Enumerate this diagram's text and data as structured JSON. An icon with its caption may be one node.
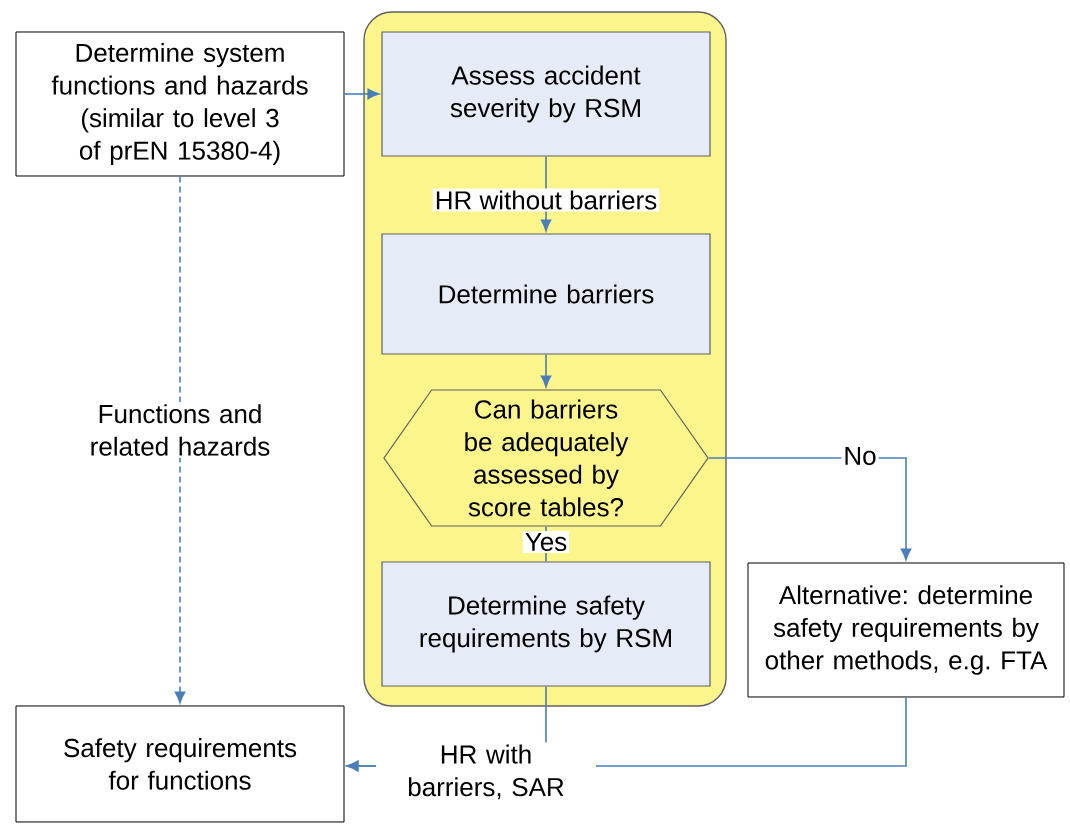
{
  "diagram": {
    "nodes": [
      {
        "text": [
          "Determine system functions and hazards (similar to level 3 of prEN 15380-4)"
        ]
      },
      {
        "text": [],
        "shape": "box"
      },
      {
        "text": [
          "Assess accident severity by RSM"
        ],
        "in": 1
      },
      {
        "text": [
          "Determine barriers"
        ],
        "in": 1
      },
      {
        "text": [
          "Can barriers be adequately assessed by score tables?"
        ],
        "in": 1
      },
      {
        "text": [
          "Determine safety requirements by RSM"
        ],
        "in": 1
      },
      {
        "text": [
          "Alternative: determine safety requirements by other methods, e.g. FTA"
        ]
      },
      {
        "text": [
          "Safety requirements for functions"
        ]
      }
    ],
    "edges": [
      {
        "from": 0,
        "to": 2,
        "arrow": "to"
      },
      {
        "from": 2,
        "to": 3,
        "arrow": "to",
        "label": "HR without barriers"
      },
      {
        "from": 3,
        "to": 4,
        "arrow": "to"
      },
      {
        "from": 4,
        "to": 6,
        "arrow": "to",
        "label": "No"
      },
      {
        "from": 4,
        "to": 5,
        "arrow": "none",
        "label": "Yes"
      },
      {
        "from": 0,
        "to": 7,
        "arrow": "to",
        "style": "dashed",
        "label": "Functions and related hazards"
      },
      {
        "from": 5,
        "to": 7,
        "arrow": "to",
        "label": "HR with barriers, SAR"
      },
      {
        "from": 6,
        "to": 7,
        "arrow": "to"
      }
    ]
  }
}
